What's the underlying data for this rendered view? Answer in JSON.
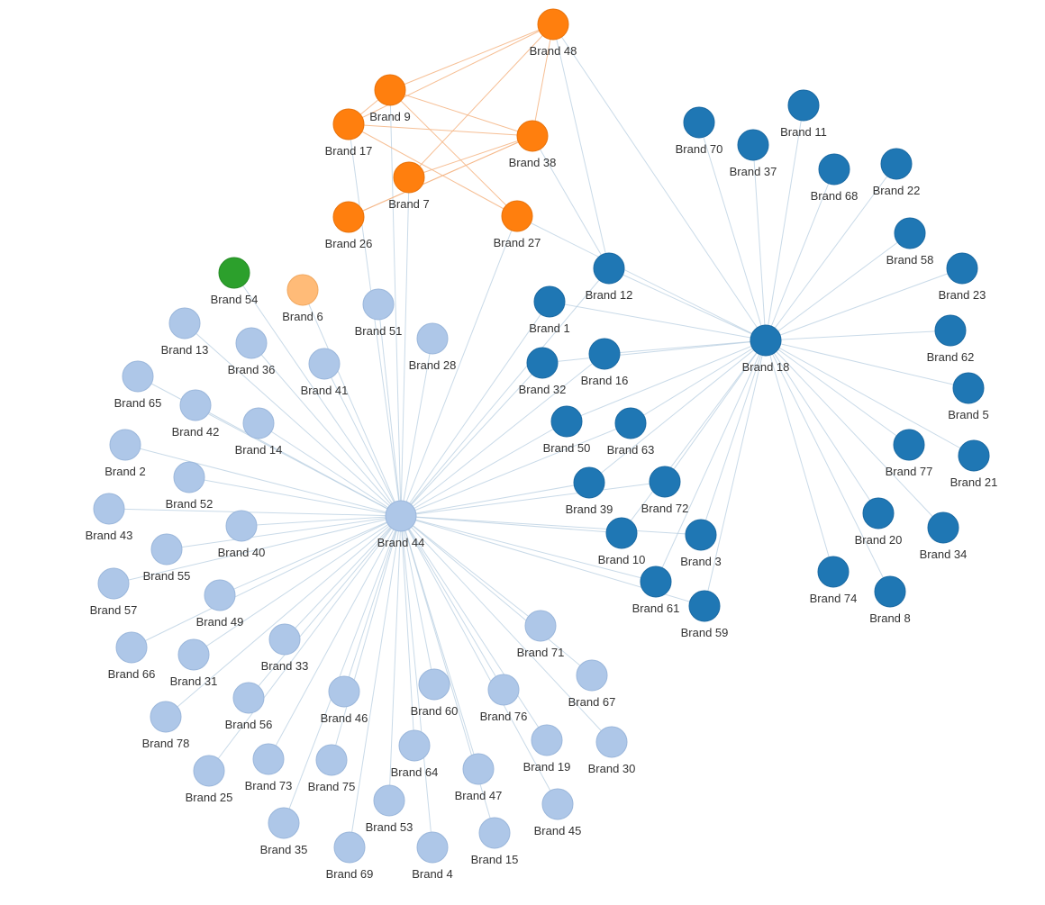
{
  "colors": {
    "orange": "#ff7f0e",
    "orange_edge": "#f5b889",
    "blue_dark": "#1f77b4",
    "blue_light": "#aec7e8",
    "blue_edge": "#b7cde0",
    "green": "#2ca02c",
    "peach": "#ffbb78",
    "label": "#333333"
  },
  "nodes": [
    {
      "id": "48",
      "label": "Brand 48",
      "group": "orange"
    },
    {
      "id": "9",
      "label": "Brand 9",
      "group": "orange"
    },
    {
      "id": "17",
      "label": "Brand 17",
      "group": "orange"
    },
    {
      "id": "38",
      "label": "Brand 38",
      "group": "orange"
    },
    {
      "id": "7",
      "label": "Brand 7",
      "group": "orange"
    },
    {
      "id": "26",
      "label": "Brand 26",
      "group": "orange"
    },
    {
      "id": "27",
      "label": "Brand 27",
      "group": "orange"
    },
    {
      "id": "54",
      "label": "Brand 54",
      "group": "green"
    },
    {
      "id": "6",
      "label": "Brand 6",
      "group": "peach"
    },
    {
      "id": "70",
      "label": "Brand 70",
      "group": "blue_dark"
    },
    {
      "id": "37",
      "label": "Brand 37",
      "group": "blue_dark"
    },
    {
      "id": "11",
      "label": "Brand 11",
      "group": "blue_dark"
    },
    {
      "id": "68",
      "label": "Brand 68",
      "group": "blue_dark"
    },
    {
      "id": "22",
      "label": "Brand 22",
      "group": "blue_dark"
    },
    {
      "id": "58",
      "label": "Brand 58",
      "group": "blue_dark"
    },
    {
      "id": "23",
      "label": "Brand 23",
      "group": "blue_dark"
    },
    {
      "id": "62",
      "label": "Brand 62",
      "group": "blue_dark"
    },
    {
      "id": "5",
      "label": "Brand 5",
      "group": "blue_dark"
    },
    {
      "id": "21",
      "label": "Brand 21",
      "group": "blue_dark"
    },
    {
      "id": "77",
      "label": "Brand 77",
      "group": "blue_dark"
    },
    {
      "id": "34",
      "label": "Brand 34",
      "group": "blue_dark"
    },
    {
      "id": "20",
      "label": "Brand 20",
      "group": "blue_dark"
    },
    {
      "id": "74",
      "label": "Brand 74",
      "group": "blue_dark"
    },
    {
      "id": "8",
      "label": "Brand 8",
      "group": "blue_dark"
    },
    {
      "id": "18",
      "label": "Brand 18",
      "group": "blue_dark"
    },
    {
      "id": "12",
      "label": "Brand 12",
      "group": "blue_dark"
    },
    {
      "id": "1",
      "label": "Brand 1",
      "group": "blue_dark"
    },
    {
      "id": "32",
      "label": "Brand 32",
      "group": "blue_dark"
    },
    {
      "id": "16",
      "label": "Brand 16",
      "group": "blue_dark"
    },
    {
      "id": "50",
      "label": "Brand 50",
      "group": "blue_dark"
    },
    {
      "id": "63",
      "label": "Brand 63",
      "group": "blue_dark"
    },
    {
      "id": "39",
      "label": "Brand 39",
      "group": "blue_dark"
    },
    {
      "id": "72",
      "label": "Brand 72",
      "group": "blue_dark"
    },
    {
      "id": "10",
      "label": "Brand 10",
      "group": "blue_dark"
    },
    {
      "id": "3",
      "label": "Brand 3",
      "group": "blue_dark"
    },
    {
      "id": "61",
      "label": "Brand 61",
      "group": "blue_dark"
    },
    {
      "id": "59",
      "label": "Brand 59",
      "group": "blue_dark"
    },
    {
      "id": "44",
      "label": "Brand 44",
      "group": "blue_light"
    },
    {
      "id": "51",
      "label": "Brand 51",
      "group": "blue_light"
    },
    {
      "id": "28",
      "label": "Brand 28",
      "group": "blue_light"
    },
    {
      "id": "41",
      "label": "Brand 41",
      "group": "blue_light"
    },
    {
      "id": "13",
      "label": "Brand 13",
      "group": "blue_light"
    },
    {
      "id": "36",
      "label": "Brand 36",
      "group": "blue_light"
    },
    {
      "id": "65",
      "label": "Brand 65",
      "group": "blue_light"
    },
    {
      "id": "42",
      "label": "Brand 42",
      "group": "blue_light"
    },
    {
      "id": "14",
      "label": "Brand 14",
      "group": "blue_light"
    },
    {
      "id": "2",
      "label": "Brand 2",
      "group": "blue_light"
    },
    {
      "id": "52",
      "label": "Brand 52",
      "group": "blue_light"
    },
    {
      "id": "43",
      "label": "Brand 43",
      "group": "blue_light"
    },
    {
      "id": "40",
      "label": "Brand 40",
      "group": "blue_light"
    },
    {
      "id": "55",
      "label": "Brand 55",
      "group": "blue_light"
    },
    {
      "id": "57",
      "label": "Brand 57",
      "group": "blue_light"
    },
    {
      "id": "49",
      "label": "Brand 49",
      "group": "blue_light"
    },
    {
      "id": "66",
      "label": "Brand 66",
      "group": "blue_light"
    },
    {
      "id": "31",
      "label": "Brand 31",
      "group": "blue_light"
    },
    {
      "id": "33",
      "label": "Brand 33",
      "group": "blue_light"
    },
    {
      "id": "78",
      "label": "Brand 78",
      "group": "blue_light"
    },
    {
      "id": "56",
      "label": "Brand 56",
      "group": "blue_light"
    },
    {
      "id": "46",
      "label": "Brand 46",
      "group": "blue_light"
    },
    {
      "id": "60",
      "label": "Brand 60",
      "group": "blue_light"
    },
    {
      "id": "76",
      "label": "Brand 76",
      "group": "blue_light"
    },
    {
      "id": "71",
      "label": "Brand 71",
      "group": "blue_light"
    },
    {
      "id": "67",
      "label": "Brand 67",
      "group": "blue_light"
    },
    {
      "id": "25",
      "label": "Brand 25",
      "group": "blue_light"
    },
    {
      "id": "73",
      "label": "Brand 73",
      "group": "blue_light"
    },
    {
      "id": "75",
      "label": "Brand 75",
      "group": "blue_light"
    },
    {
      "id": "64",
      "label": "Brand 64",
      "group": "blue_light"
    },
    {
      "id": "47",
      "label": "Brand 47",
      "group": "blue_light"
    },
    {
      "id": "19",
      "label": "Brand 19",
      "group": "blue_light"
    },
    {
      "id": "30",
      "label": "Brand 30",
      "group": "blue_light"
    },
    {
      "id": "35",
      "label": "Brand 35",
      "group": "blue_light"
    },
    {
      "id": "53",
      "label": "Brand 53",
      "group": "blue_light"
    },
    {
      "id": "45",
      "label": "Brand 45",
      "group": "blue_light"
    },
    {
      "id": "15",
      "label": "Brand 15",
      "group": "blue_light"
    },
    {
      "id": "69",
      "label": "Brand 69",
      "group": "blue_light"
    },
    {
      "id": "4",
      "label": "Brand 4",
      "group": "blue_light"
    }
  ],
  "edges": [
    [
      "48",
      "9"
    ],
    [
      "48",
      "17"
    ],
    [
      "48",
      "38"
    ],
    [
      "48",
      "7"
    ],
    [
      "48",
      "12"
    ],
    [
      "48",
      "18"
    ],
    [
      "9",
      "17"
    ],
    [
      "9",
      "38"
    ],
    [
      "9",
      "27"
    ],
    [
      "9",
      "44"
    ],
    [
      "17",
      "38"
    ],
    [
      "17",
      "27"
    ],
    [
      "17",
      "44"
    ],
    [
      "38",
      "7"
    ],
    [
      "38",
      "26"
    ],
    [
      "38",
      "12"
    ],
    [
      "7",
      "44"
    ],
    [
      "26",
      "38"
    ],
    [
      "27",
      "44"
    ],
    [
      "27",
      "18"
    ],
    [
      "54",
      "44"
    ],
    [
      "6",
      "44"
    ],
    [
      "70",
      "18"
    ],
    [
      "37",
      "18"
    ],
    [
      "11",
      "18"
    ],
    [
      "68",
      "18"
    ],
    [
      "22",
      "18"
    ],
    [
      "58",
      "18"
    ],
    [
      "23",
      "18"
    ],
    [
      "62",
      "18"
    ],
    [
      "5",
      "18"
    ],
    [
      "21",
      "18"
    ],
    [
      "77",
      "18"
    ],
    [
      "34",
      "18"
    ],
    [
      "20",
      "18"
    ],
    [
      "74",
      "18"
    ],
    [
      "8",
      "18"
    ],
    [
      "12",
      "18"
    ],
    [
      "1",
      "18"
    ],
    [
      "32",
      "18"
    ],
    [
      "16",
      "18"
    ],
    [
      "50",
      "18"
    ],
    [
      "63",
      "18"
    ],
    [
      "39",
      "18"
    ],
    [
      "72",
      "18"
    ],
    [
      "10",
      "18"
    ],
    [
      "3",
      "18"
    ],
    [
      "61",
      "18"
    ],
    [
      "59",
      "18"
    ],
    [
      "12",
      "44"
    ],
    [
      "1",
      "44"
    ],
    [
      "32",
      "44"
    ],
    [
      "16",
      "44"
    ],
    [
      "50",
      "44"
    ],
    [
      "63",
      "44"
    ],
    [
      "39",
      "44"
    ],
    [
      "72",
      "44"
    ],
    [
      "10",
      "44"
    ],
    [
      "3",
      "44"
    ],
    [
      "61",
      "44"
    ],
    [
      "59",
      "44"
    ],
    [
      "51",
      "44"
    ],
    [
      "28",
      "44"
    ],
    [
      "41",
      "44"
    ],
    [
      "13",
      "44"
    ],
    [
      "36",
      "44"
    ],
    [
      "65",
      "44"
    ],
    [
      "42",
      "44"
    ],
    [
      "14",
      "44"
    ],
    [
      "2",
      "44"
    ],
    [
      "52",
      "44"
    ],
    [
      "43",
      "44"
    ],
    [
      "40",
      "44"
    ],
    [
      "55",
      "44"
    ],
    [
      "57",
      "44"
    ],
    [
      "49",
      "44"
    ],
    [
      "66",
      "44"
    ],
    [
      "31",
      "44"
    ],
    [
      "33",
      "44"
    ],
    [
      "78",
      "44"
    ],
    [
      "56",
      "44"
    ],
    [
      "46",
      "44"
    ],
    [
      "60",
      "44"
    ],
    [
      "76",
      "44"
    ],
    [
      "71",
      "44"
    ],
    [
      "67",
      "44"
    ],
    [
      "25",
      "44"
    ],
    [
      "73",
      "44"
    ],
    [
      "75",
      "44"
    ],
    [
      "64",
      "44"
    ],
    [
      "47",
      "44"
    ],
    [
      "19",
      "44"
    ],
    [
      "30",
      "44"
    ],
    [
      "35",
      "44"
    ],
    [
      "53",
      "44"
    ],
    [
      "45",
      "44"
    ],
    [
      "15",
      "44"
    ],
    [
      "69",
      "44"
    ],
    [
      "4",
      "44"
    ]
  ]
}
